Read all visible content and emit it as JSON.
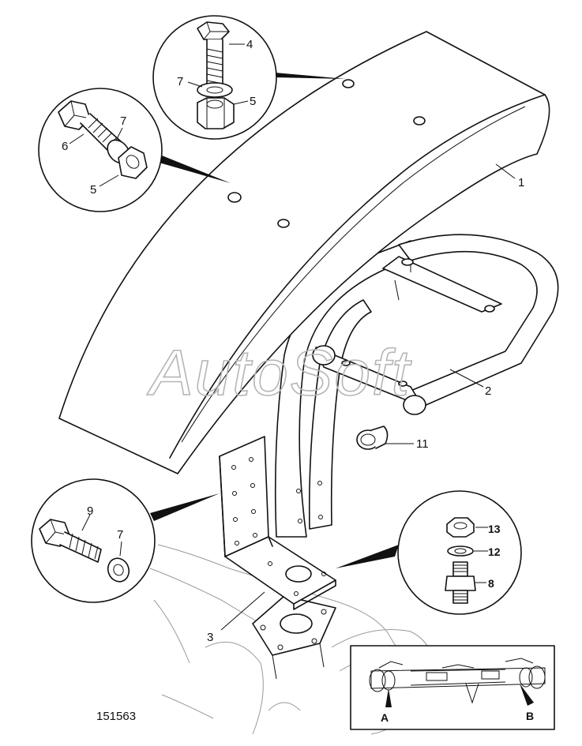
{
  "figure": {
    "reference_number": "151563",
    "watermark": "AutoSoft"
  },
  "callouts": [
    {
      "id": "c1",
      "text": "1"
    },
    {
      "id": "c2",
      "text": "2"
    },
    {
      "id": "c3",
      "text": "3"
    },
    {
      "id": "c4",
      "text": "4"
    },
    {
      "id": "c5a",
      "text": "5"
    },
    {
      "id": "c5b",
      "text": "5"
    },
    {
      "id": "c6",
      "text": "6"
    },
    {
      "id": "c7a",
      "text": "7"
    },
    {
      "id": "c7b",
      "text": "7"
    },
    {
      "id": "c7c",
      "text": "7"
    },
    {
      "id": "c8",
      "text": "8"
    },
    {
      "id": "c9",
      "text": "9"
    },
    {
      "id": "c11",
      "text": "11"
    },
    {
      "id": "c12",
      "text": "12"
    },
    {
      "id": "c13",
      "text": "13"
    }
  ],
  "inset": {
    "label_a": "A",
    "label_b": "B"
  }
}
